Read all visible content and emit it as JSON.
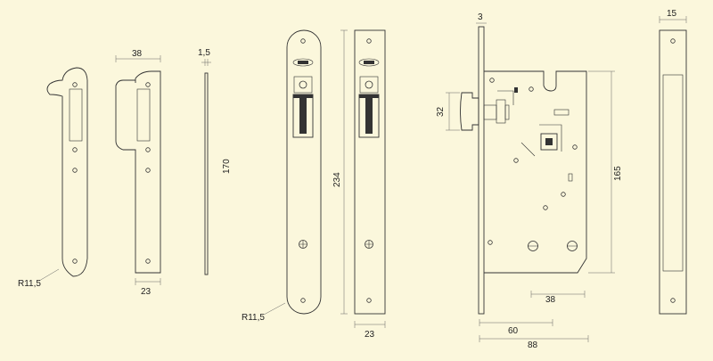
{
  "colors": {
    "background": "#fbf7dc",
    "line": "#333333",
    "dimension": "#666666"
  },
  "dimensions": {
    "strike_plate_radius": "R11,5",
    "strike_box_width_top": "38",
    "strike_box_width_bottom": "23",
    "strike_thickness": "1,5",
    "strike_height": "170",
    "faceplate_height": "234",
    "faceplate_radius": "R11,5",
    "faceplate_width": "23",
    "body_plate_thickness": "3",
    "bolt_height": "32",
    "follower_spacing": "38",
    "backset": "60",
    "case_depth": "88",
    "case_height": "165",
    "side_width": "15"
  }
}
